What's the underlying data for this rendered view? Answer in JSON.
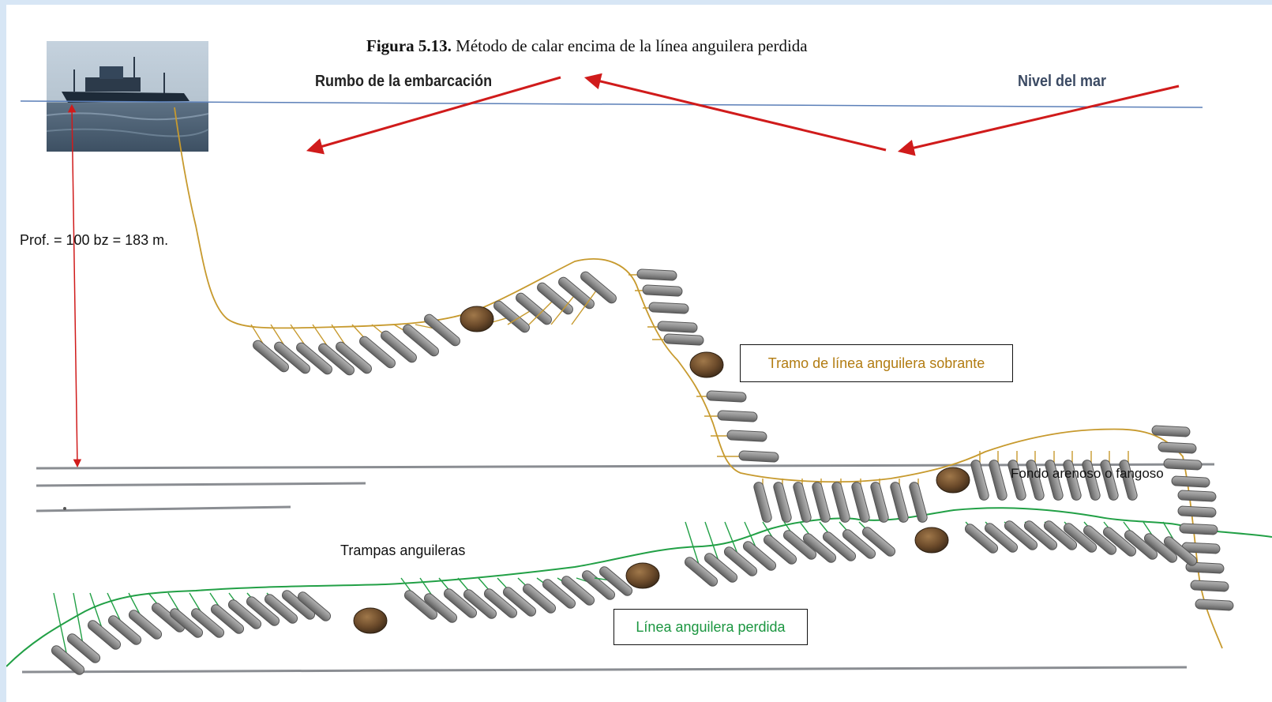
{
  "figure": {
    "number": "Figura 5.13.",
    "caption": "Método de calar encima de la línea anguilera perdida"
  },
  "labels": {
    "heading": "Rumbo de la embarcación",
    "sea_level": "Nivel del mar",
    "depth": "Prof. = 100 bz = 183 m.",
    "traps": "Trampas anguileras",
    "bottom": "Fondo arenoso o fangoso"
  },
  "boxes": {
    "surplus_line": "Tramo de línea anguilera sobrante",
    "lost_line": "Línea anguilera perdida"
  },
  "colors": {
    "arrow": "#d01b1b",
    "sea_level_line": "#5b7fb8",
    "new_line": "#c79a2e",
    "lost_line": "#22a046",
    "trap_fill": "#8d8d8d",
    "surplus_text": "#b27c12",
    "lost_text": "#1b9640"
  },
  "icons": {
    "vessel": "fishing-vessel-photo",
    "anchor_stone": "anchor-stone-icon",
    "trap": "trap-icon"
  }
}
